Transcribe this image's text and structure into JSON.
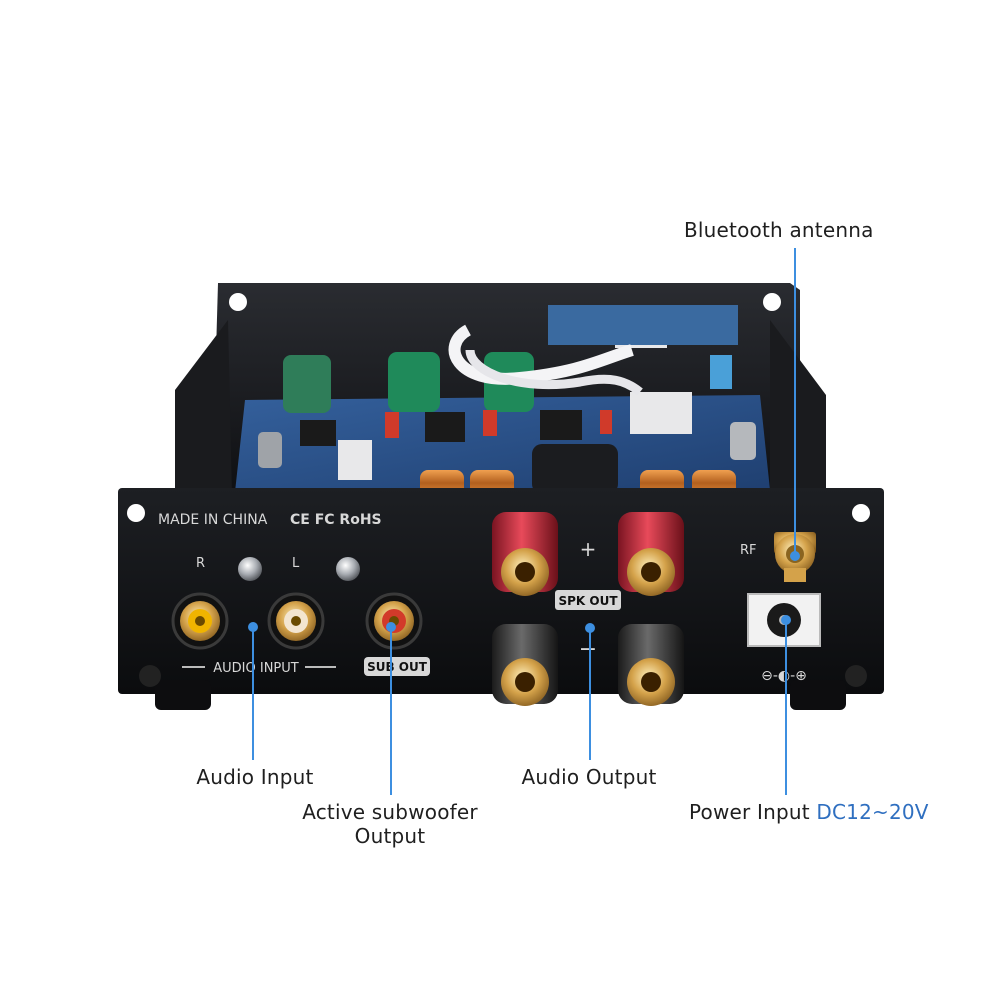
{
  "labels": {
    "bluetooth_antenna": "Bluetooth antenna",
    "audio_input": "Audio Input",
    "subwoofer_line1": "Active subwoofer",
    "subwoofer_line2": "Output",
    "audio_output": "Audio Output",
    "power_input": "Power Input",
    "power_spec": "DC12~20V"
  },
  "panel_print": {
    "made_in": "MADE IN CHINA",
    "certs": "CE FC RoHS",
    "channel_r": "R",
    "channel_l": "L",
    "audio_input": "AUDIO  INPUT",
    "sub_out": "SUB OUT",
    "spk_out": "SPK OUT",
    "plus": "+",
    "minus": "−",
    "rf": "RF",
    "polarity": "⊖-◐-⊕"
  },
  "colors": {
    "accent": "#2f6fc0",
    "callout_line": "#3d8fe0",
    "chassis": "#141518",
    "pcb": "#2a4f86",
    "inductor": "#c8762c",
    "gold": "#d4a24a",
    "rca_yellow": "#f0b400",
    "rca_red": "#d23a2a",
    "terminal_red": "#c62b3b",
    "terminal_black": "#3a3a3a"
  }
}
